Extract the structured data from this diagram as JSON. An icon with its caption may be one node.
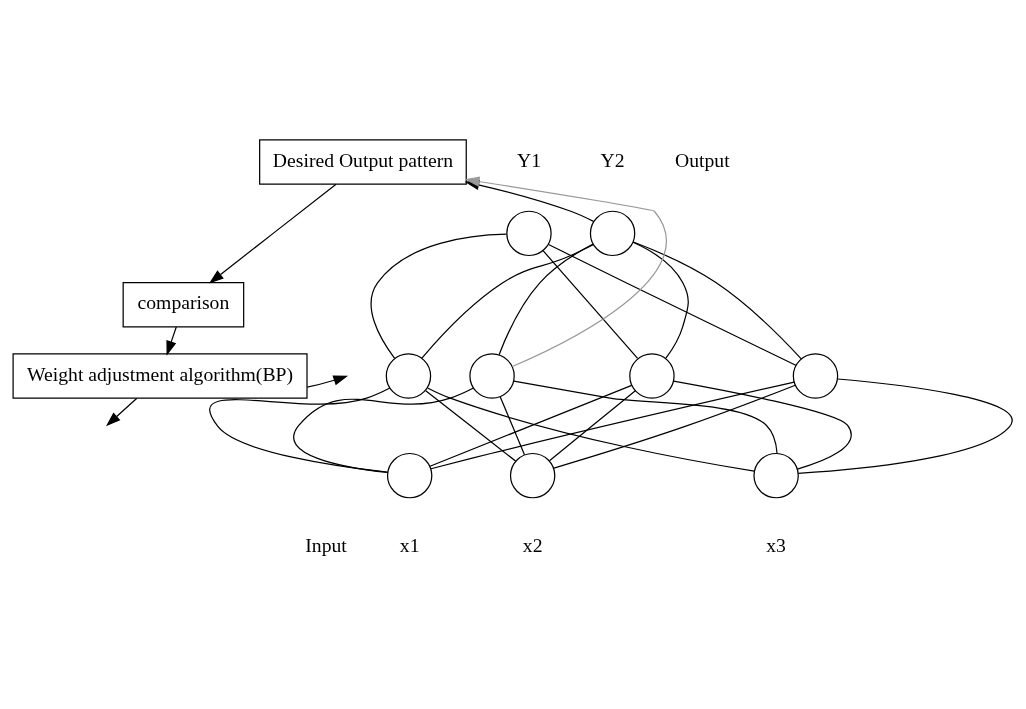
{
  "diagram": {
    "nodes": [
      {
        "text": [
          "Desired Output pattern"
        ]
      },
      {
        "text": [
          "comparison"
        ]
      },
      {
        "text": [
          "Weight adjustment algorithm(BP)"
        ]
      },
      {
        "text": [],
        "shape": "circle",
        "beside": [
          "Y1"
        ]
      },
      {
        "text": [],
        "shape": "circle",
        "beside": [
          "Y2"
        ]
      },
      {
        "text": [],
        "shape": "circle"
      },
      {
        "text": [],
        "shape": "circle"
      },
      {
        "text": [],
        "shape": "circle"
      },
      {
        "text": [],
        "shape": "circle"
      },
      {
        "text": [],
        "shape": "circle",
        "beside": [
          "x1"
        ]
      },
      {
        "text": [],
        "shape": "circle",
        "beside": [
          "x2"
        ]
      },
      {
        "text": [],
        "shape": "circle",
        "beside": [
          "x3"
        ]
      }
    ],
    "edges": [
      {
        "from": 0,
        "to": 1,
        "arrow": "to"
      },
      {
        "from": 1,
        "to": 2,
        "arrow": "to"
      },
      {
        "from": 6,
        "to": 0,
        "arrow": "to",
        "color": "#999999"
      },
      {
        "from": 4,
        "to": 0,
        "arrow": "to"
      },
      {
        "from": 2,
        "to": null,
        "arrow": "to"
      },
      {
        "from": 2,
        "to": null,
        "arrow": "to"
      },
      {
        "from": 3,
        "to": 5,
        "arrow": "none"
      },
      {
        "from": 3,
        "to": 7,
        "arrow": "none"
      },
      {
        "from": 3,
        "to": 8,
        "arrow": "none"
      },
      {
        "from": 4,
        "to": 5,
        "arrow": "none"
      },
      {
        "from": 4,
        "to": 6,
        "arrow": "none"
      },
      {
        "from": 4,
        "to": 7,
        "arrow": "none"
      },
      {
        "from": 4,
        "to": 8,
        "arrow": "none"
      },
      {
        "from": 5,
        "to": 9,
        "arrow": "none"
      },
      {
        "from": 5,
        "to": 10,
        "arrow": "none"
      },
      {
        "from": 5,
        "to": 11,
        "arrow": "none"
      },
      {
        "from": 6,
        "to": 9,
        "arrow": "none"
      },
      {
        "from": 6,
        "to": 10,
        "arrow": "none"
      },
      {
        "from": 6,
        "to": 11,
        "arrow": "none"
      },
      {
        "from": 7,
        "to": 9,
        "arrow": "none"
      },
      {
        "from": 7,
        "to": 10,
        "arrow": "none"
      },
      {
        "from": 7,
        "to": 11,
        "arrow": "none"
      },
      {
        "from": 8,
        "to": 9,
        "arrow": "none"
      },
      {
        "from": 8,
        "to": 10,
        "arrow": "none"
      },
      {
        "from": 8,
        "to": 11,
        "arrow": "none"
      }
    ],
    "labels": [
      "Output",
      "Input"
    ]
  }
}
